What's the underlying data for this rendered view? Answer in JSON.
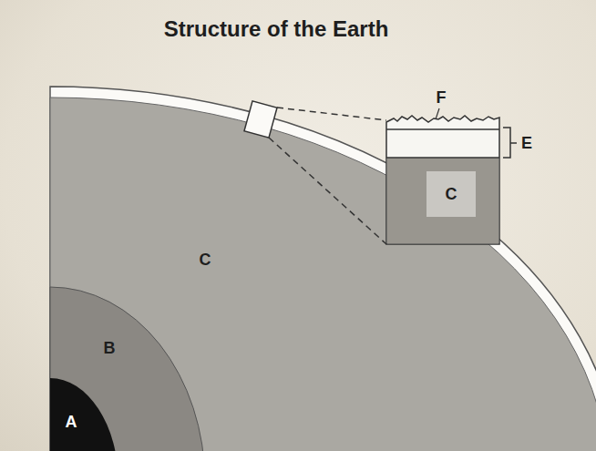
{
  "diagram": {
    "title": "Structure of the Earth",
    "labels": [
      "F",
      "E",
      "C",
      "C",
      "B",
      "A"
    ]
  }
}
